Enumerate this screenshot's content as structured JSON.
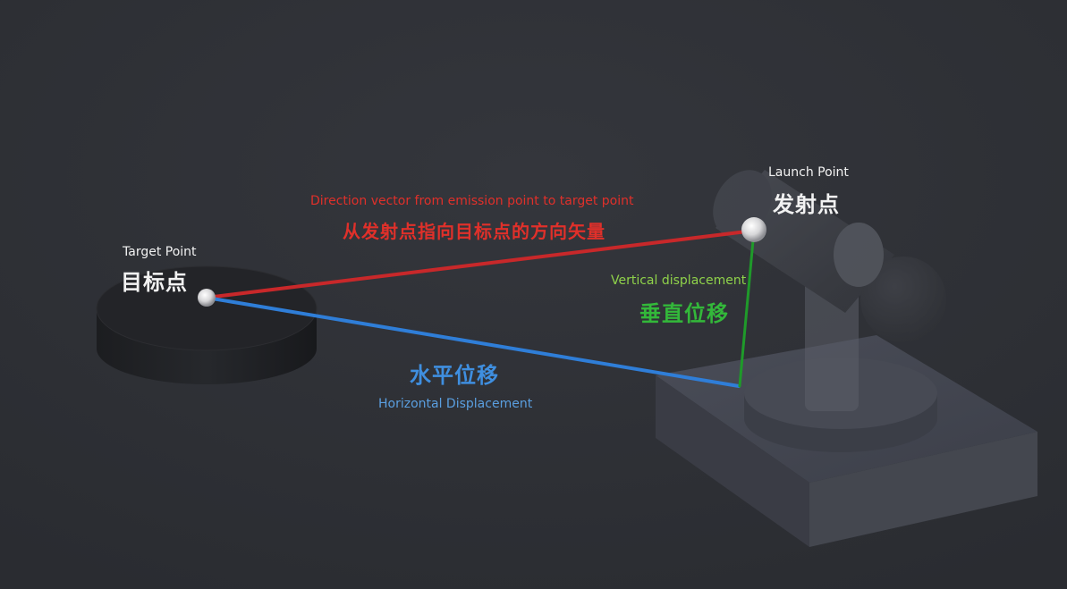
{
  "target_point": {
    "label_en": "Target Point",
    "label_zh": "目标点"
  },
  "launch_point": {
    "label_en": "Launch Point",
    "label_zh": "发射点"
  },
  "direction_vector": {
    "label_en": "Direction vector from emission point to target point",
    "label_zh": "从发射点指向目标点的方向矢量",
    "color": "#c8282a"
  },
  "horizontal_displacement": {
    "label_zh": "水平位移",
    "label_en": "Horizontal Displacement",
    "color": "#2f7ed8"
  },
  "vertical_displacement": {
    "label_en": "Vertical displacement",
    "label_zh": "垂直位移",
    "color": "#1f9a2a"
  },
  "colors": {
    "background": "#2e3035"
  }
}
